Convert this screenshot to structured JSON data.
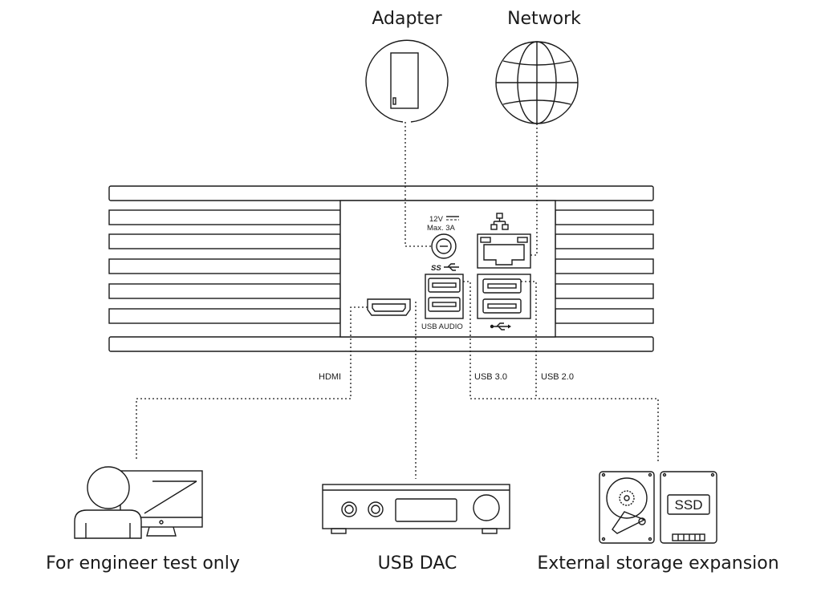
{
  "top_labels": {
    "adapter": "Adapter",
    "network": "Network"
  },
  "panel": {
    "power_rating_line1": "12V",
    "power_rating_line2": "Max. 3A",
    "ss_usb_mark": "SS",
    "usb_audio_label": "USB AUDIO"
  },
  "port_labels": {
    "hdmi": "HDMI",
    "usb3": "USB 3.0",
    "usb2": "USB 2.0"
  },
  "bottom_labels": {
    "engineer": "For engineer test only",
    "dac": "USB DAC",
    "storage": "External storage expansion",
    "ssd": "SSD"
  }
}
